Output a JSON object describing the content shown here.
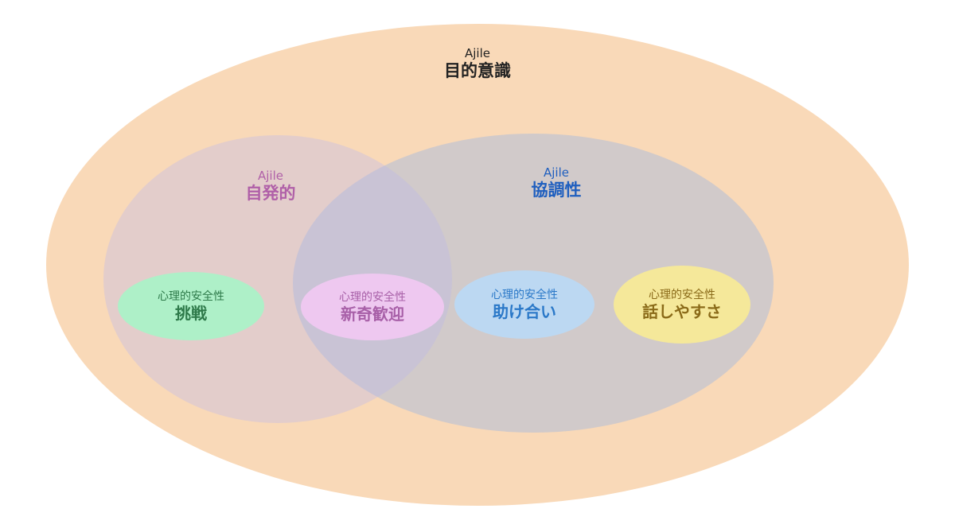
{
  "outer": {
    "sub": "Ajile",
    "title": "目的意識",
    "color": "#f9d9b8",
    "text_color": "#222222"
  },
  "left": {
    "sub": "Ajile",
    "title": "自発的",
    "color": "#b060a8"
  },
  "right": {
    "sub": "Ajile",
    "title": "協調性",
    "color": "#1f5fbf"
  },
  "items": [
    {
      "sub": "心理的安全性",
      "title": "挑戦",
      "fill": "#aef0c8",
      "text": "#2e7a4a"
    },
    {
      "sub": "心理的安全性",
      "title": "新奇歓迎",
      "fill": "#eec8f0",
      "text": "#a860a8"
    },
    {
      "sub": "心理的安全性",
      "title": "助け合い",
      "fill": "#bcd8f2",
      "text": "#2a78c8"
    },
    {
      "sub": "心理的安全性",
      "title": "話しやすさ",
      "fill": "#f5e89a",
      "text": "#8a6a18"
    }
  ]
}
